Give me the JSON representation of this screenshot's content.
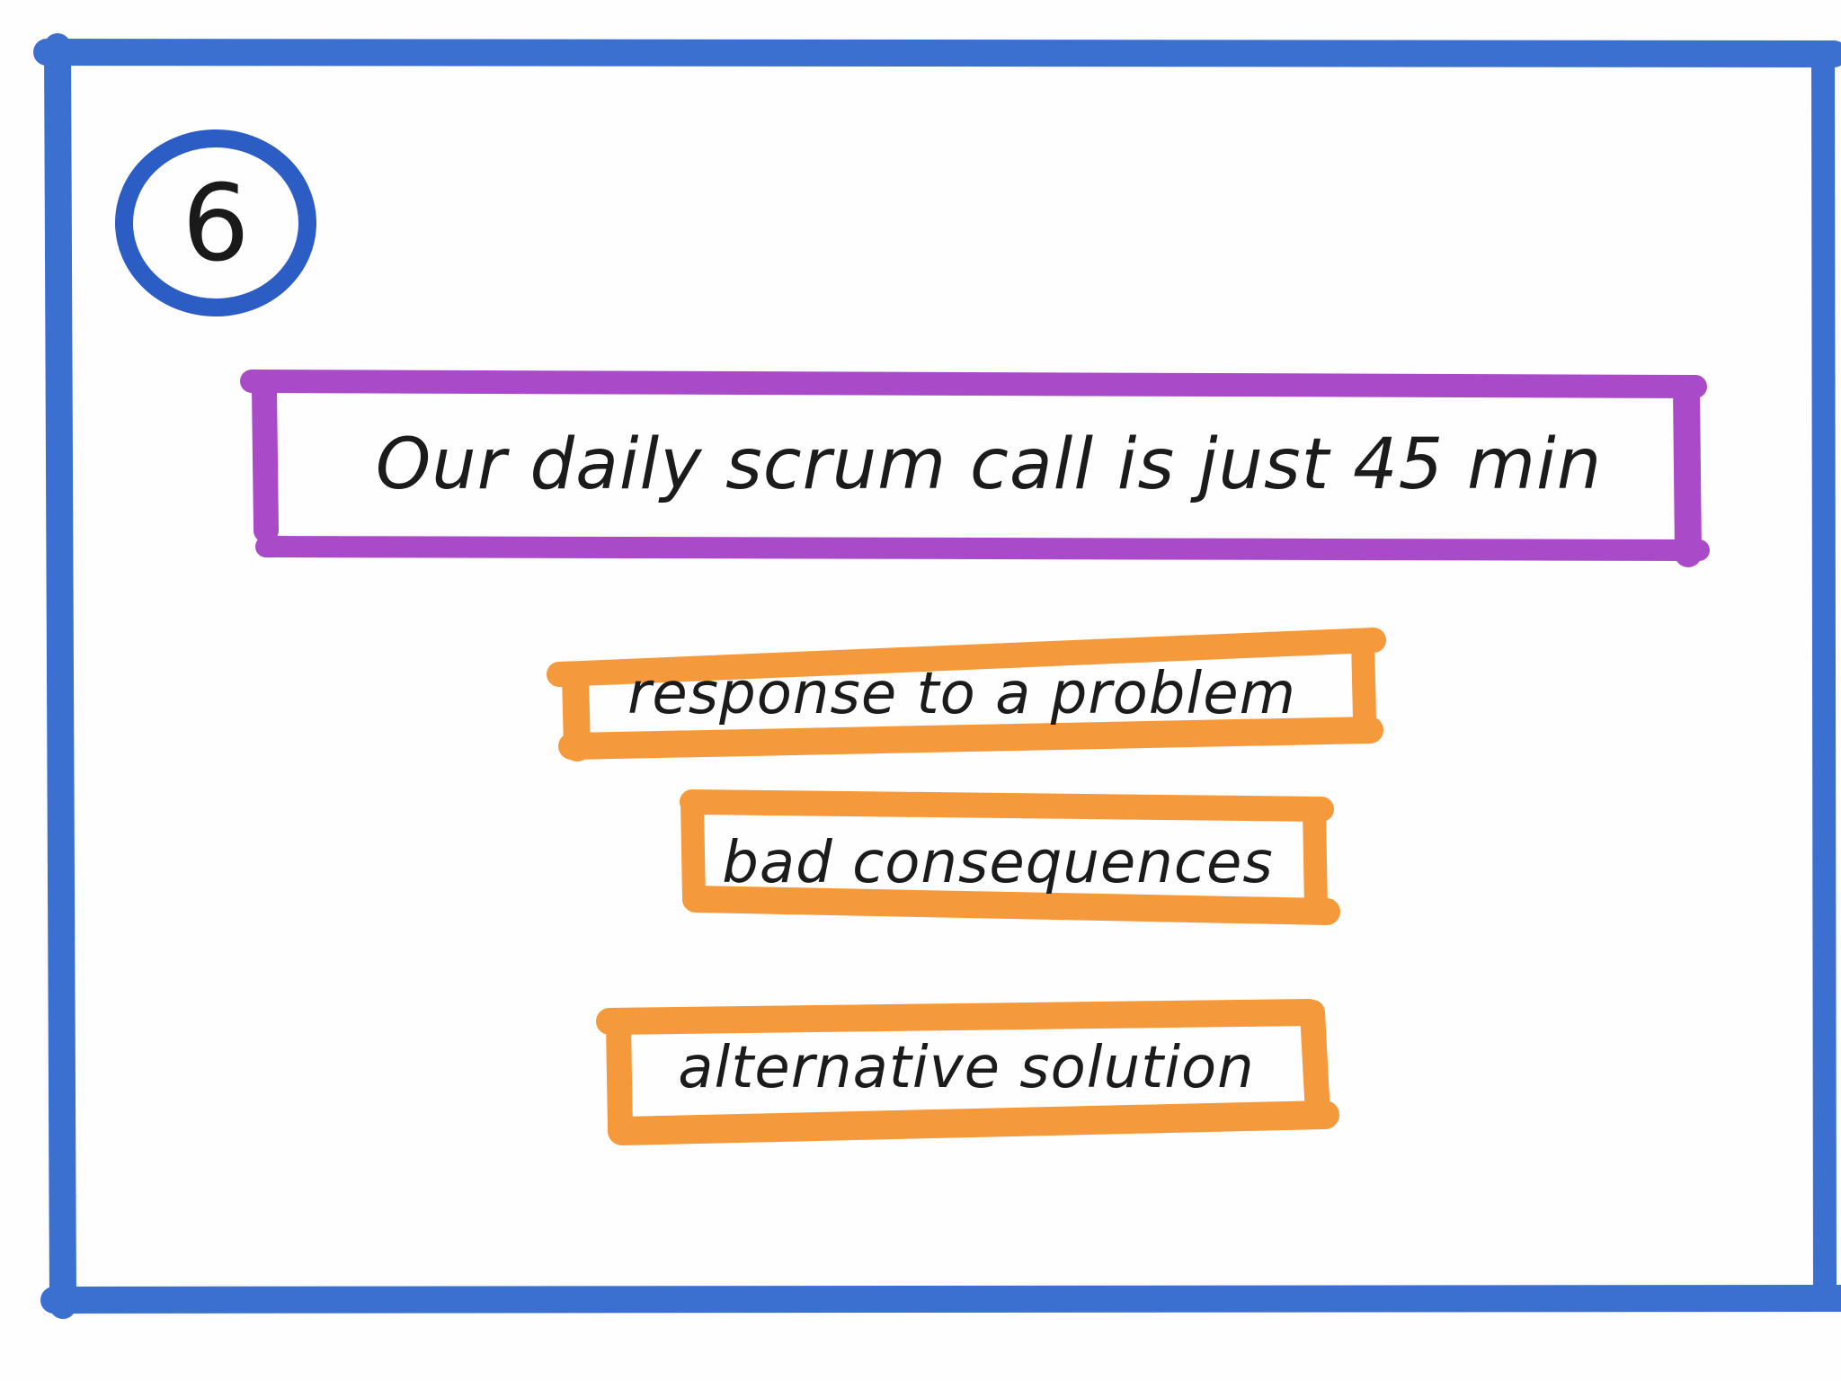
{
  "card_number": "6",
  "headline": "Our daily scrum call is just 45 min",
  "prompts": [
    {
      "label": "response to a problem"
    },
    {
      "label": "bad consequences"
    },
    {
      "label": "alternative solution"
    }
  ],
  "colors": {
    "frame_blue": "#3b6fd0",
    "headline_purple": "#a94bc9",
    "prompt_orange": "#f59a3c",
    "ink": "#1b1b1b",
    "paper": "#fefefe"
  }
}
